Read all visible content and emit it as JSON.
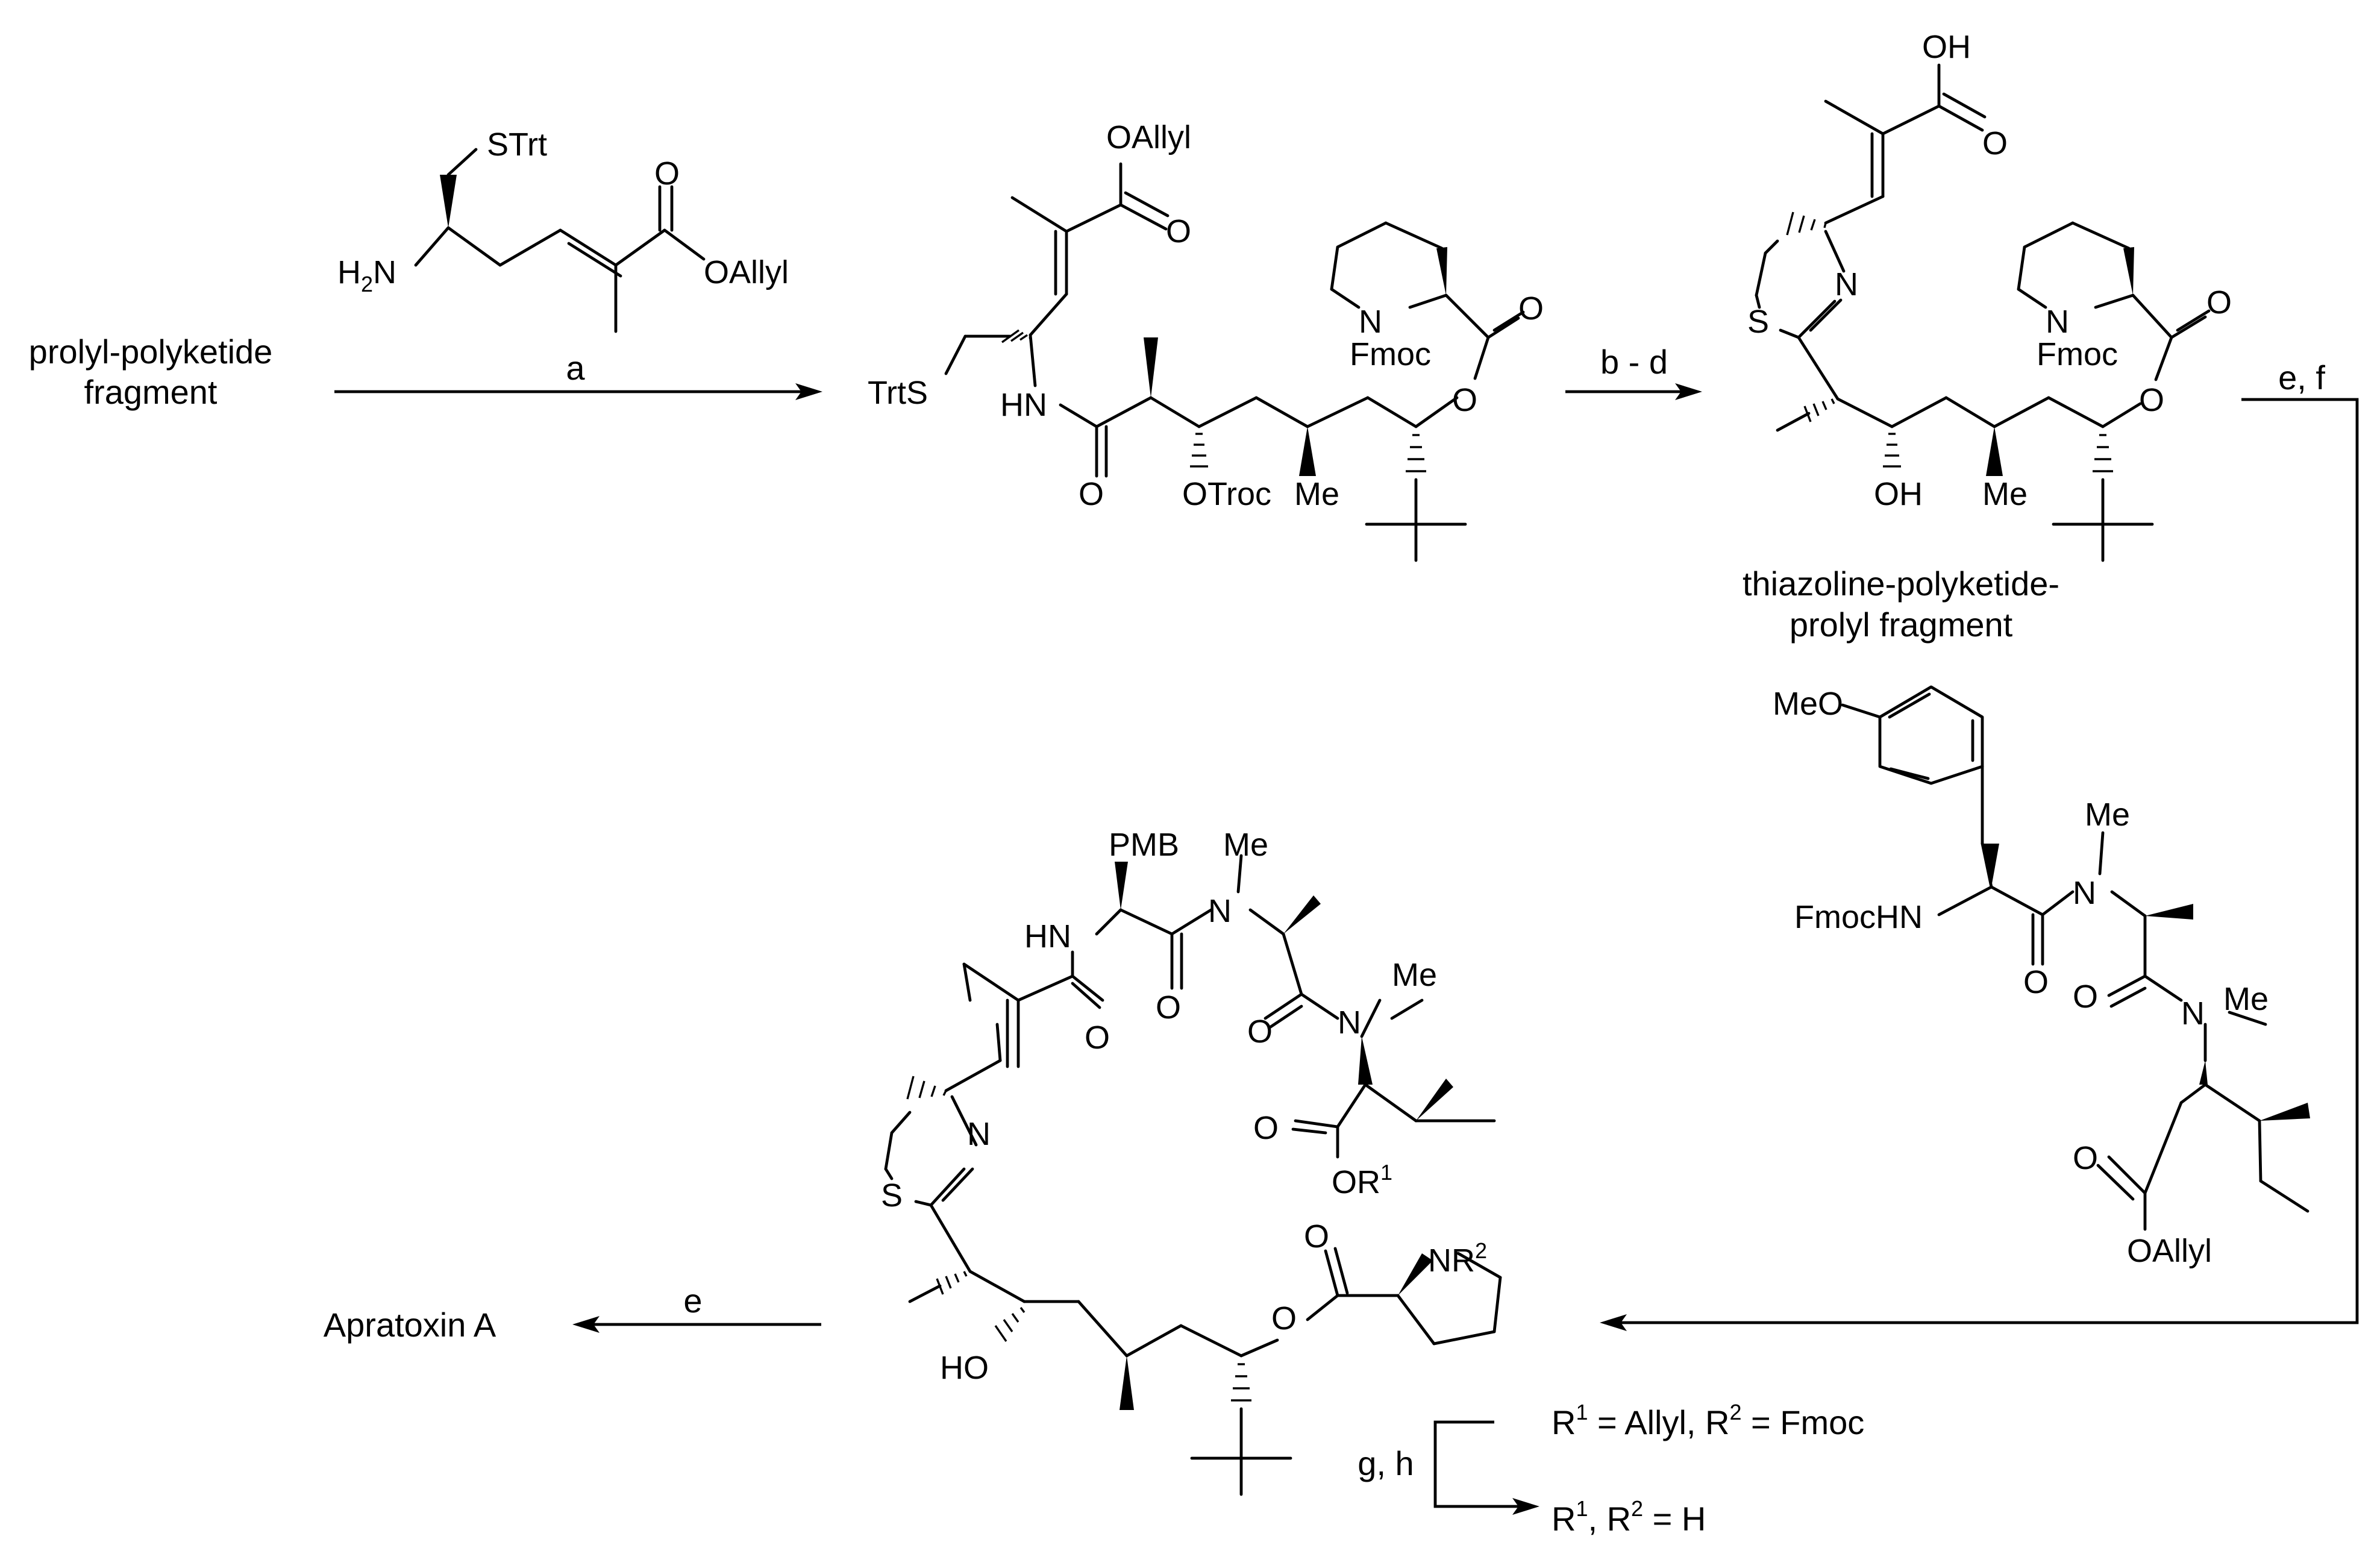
{
  "reagents": {
    "a": "a",
    "bd": "b - d",
    "ef": "e, f",
    "e": "e",
    "gh": "g, h"
  },
  "labels": {
    "start_line1": "prolyl-polyketide",
    "start_line2": "fragment",
    "thiazoline_line1": "thiazoline-polyketide-",
    "thiazoline_line2": "prolyl fragment",
    "product": "Apratoxin A",
    "r_cond1_a": "R",
    "r_cond1_b": " = Allyl, R",
    "r_cond1_c": " = Fmoc",
    "r_cond2_a": "R",
    "r_cond2_b": ", R",
    "r_cond2_c": " = H",
    "sup1": "1",
    "sup2": "2"
  },
  "atoms": {
    "STrt": "STrt",
    "H2N": "H",
    "H2N_sub": "2",
    "H2N_N": "N",
    "O": "O",
    "OAllyl": "OAllyl",
    "TrtS": "TrtS",
    "HN": "HN",
    "OTroc": "OTroc",
    "Me": "Me",
    "N": "N",
    "Fmoc": "Fmoc",
    "S": "S",
    "OH": "OH",
    "HO": "HO",
    "MeO": "MeO",
    "FmocHN": "FmocHN",
    "PMB": "PMB",
    "OR": "OR",
    "NR": "NR"
  }
}
